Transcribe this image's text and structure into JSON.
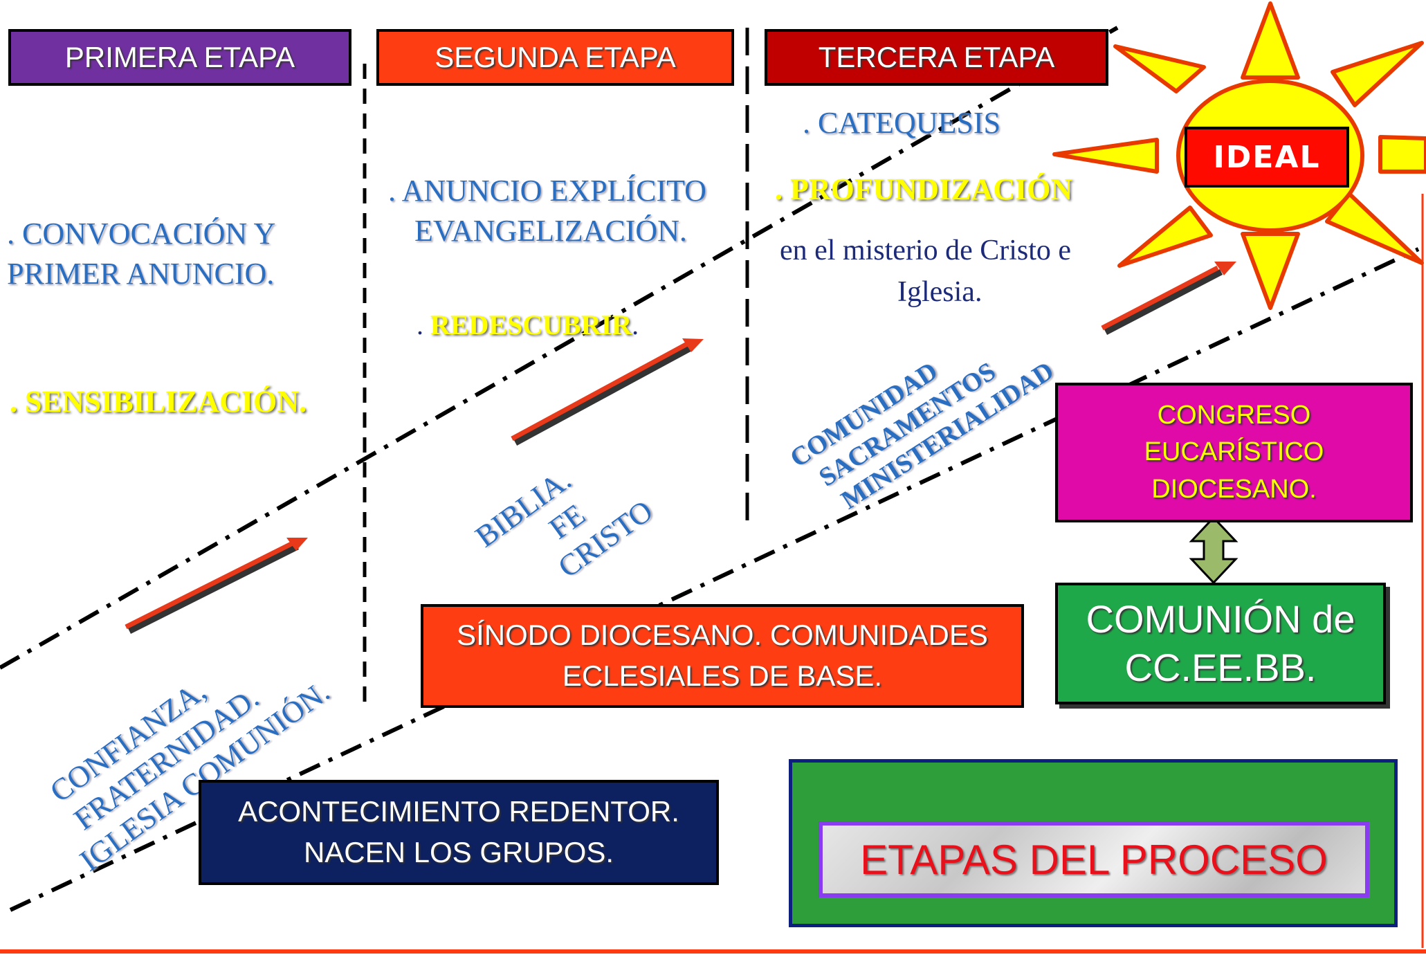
{
  "stages": [
    {
      "label": "PRIMERA ETAPA",
      "color": "#7030a0"
    },
    {
      "label": "SEGUNDA ETAPA",
      "color": "#ff3d12"
    },
    {
      "label": "TERCERA ETAPA",
      "color": "#c00000"
    }
  ],
  "stage1": {
    "item1_line1": ". CONVOCACIÓN Y",
    "item1_line2": "PRIMER ANUNCIO.",
    "item2": ". SENSIBILIZACIÓN.",
    "diag_lines": [
      "CONFIANZA,",
      "FRATERNIDAD.",
      "IGLESIA COMUNIÓN."
    ]
  },
  "stage2": {
    "item1_line1": ". ANUNCIO EXPLÍCITO",
    "item1_line2": "EVANGELIZACIÓN.",
    "item2_dot": ". ",
    "item2": "REDESCUBRIR",
    "item2_end": ".",
    "diag_lines": [
      "BIBLIA.",
      "FE",
      "CRISTO"
    ]
  },
  "stage3": {
    "item1": ". CATEQUESIS",
    "item2": ". PROFUNDIZACIÓN",
    "item3_line1": "en el misterio de Cristo e",
    "item3_line2": "Iglesia.",
    "diag_lines": [
      "COMUNIDAD",
      "SACRAMENTOS",
      "MINISTERIALIDAD"
    ]
  },
  "ideal": {
    "label": "IDEAL"
  },
  "boxes": {
    "congreso": {
      "lines": [
        "CONGRESO",
        "EUCARÍSTICO",
        "DIOCESANO."
      ],
      "color": "#e00aa8",
      "text_color": "#ffff00"
    },
    "comunion": {
      "lines": [
        "COMUNIÓN de",
        "CC.EE.BB."
      ],
      "color": "#1fa84a"
    },
    "sinodo": {
      "lines": [
        "SÍNODO DIOCESANO. COMUNIDADES",
        "ECLESIALES DE BASE."
      ],
      "color": "#ff3d12"
    },
    "acontecimiento": {
      "lines": [
        "ACONTECIMIENTO REDENTOR.",
        "NACEN LOS GRUPOS."
      ],
      "color": "#0d2060"
    },
    "title": {
      "text": "ETAPAS DEL PROCESO",
      "color": "#e8101a"
    }
  },
  "colors": {
    "green_frame": "#2e9e3a",
    "title_border": "#8a3cf0",
    "arrow_red": "#e83a1a",
    "sun_yellow": "#ffff00",
    "sun_red": "#ff3a00"
  }
}
